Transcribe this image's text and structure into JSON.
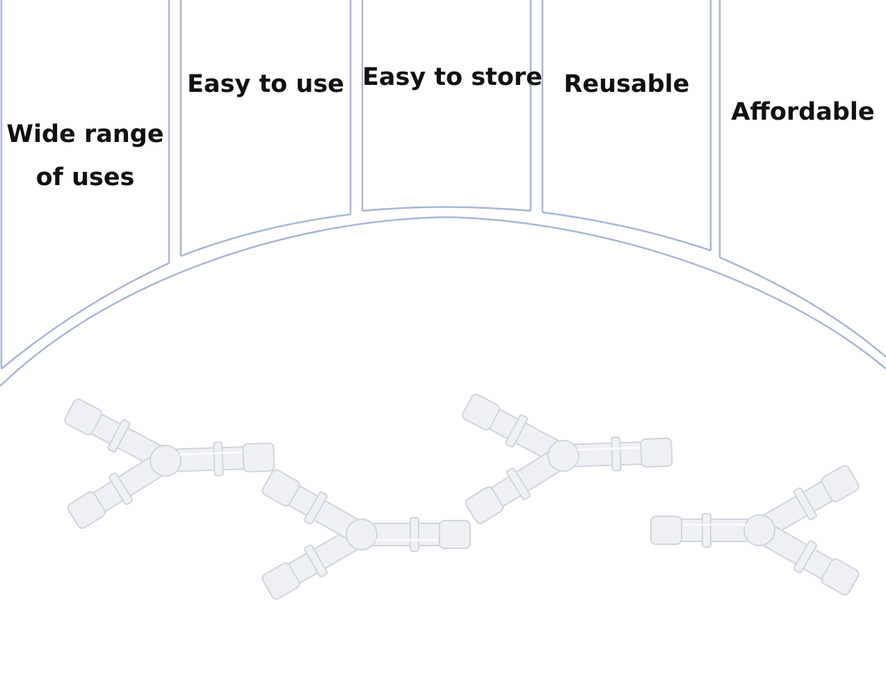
{
  "features": [
    {
      "line1": "Wide range",
      "line2": "of uses"
    },
    {
      "line1": "Easy to use"
    },
    {
      "line1": "Easy to store"
    },
    {
      "line1": "Reusable"
    },
    {
      "line1": "Affordable"
    }
  ],
  "colors": {
    "divider": "#a9b5d3",
    "connector_body": "#eef0f3",
    "connector_edge": "#cfd4dc"
  },
  "product": {
    "icon": "y-connector-icon",
    "count": 4
  }
}
